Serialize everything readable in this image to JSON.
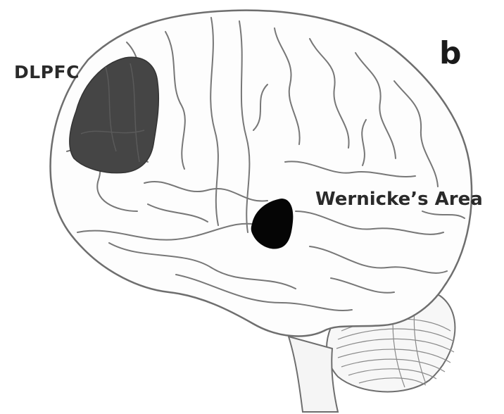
{
  "figure": {
    "panel_letter": "b",
    "labels": {
      "dlpfc": "DLPFC",
      "wernicke": "Wernicke’s Area"
    },
    "colors": {
      "background": "#ffffff",
      "brain_outline": "#6e6e6e",
      "brain_fill": "#fdfdfd",
      "dlpfc_region": "#454545",
      "wernicke_region": "#050505",
      "text": "#2a2a2a"
    },
    "icons": [
      "brain-lateral-view-illustration"
    ]
  }
}
